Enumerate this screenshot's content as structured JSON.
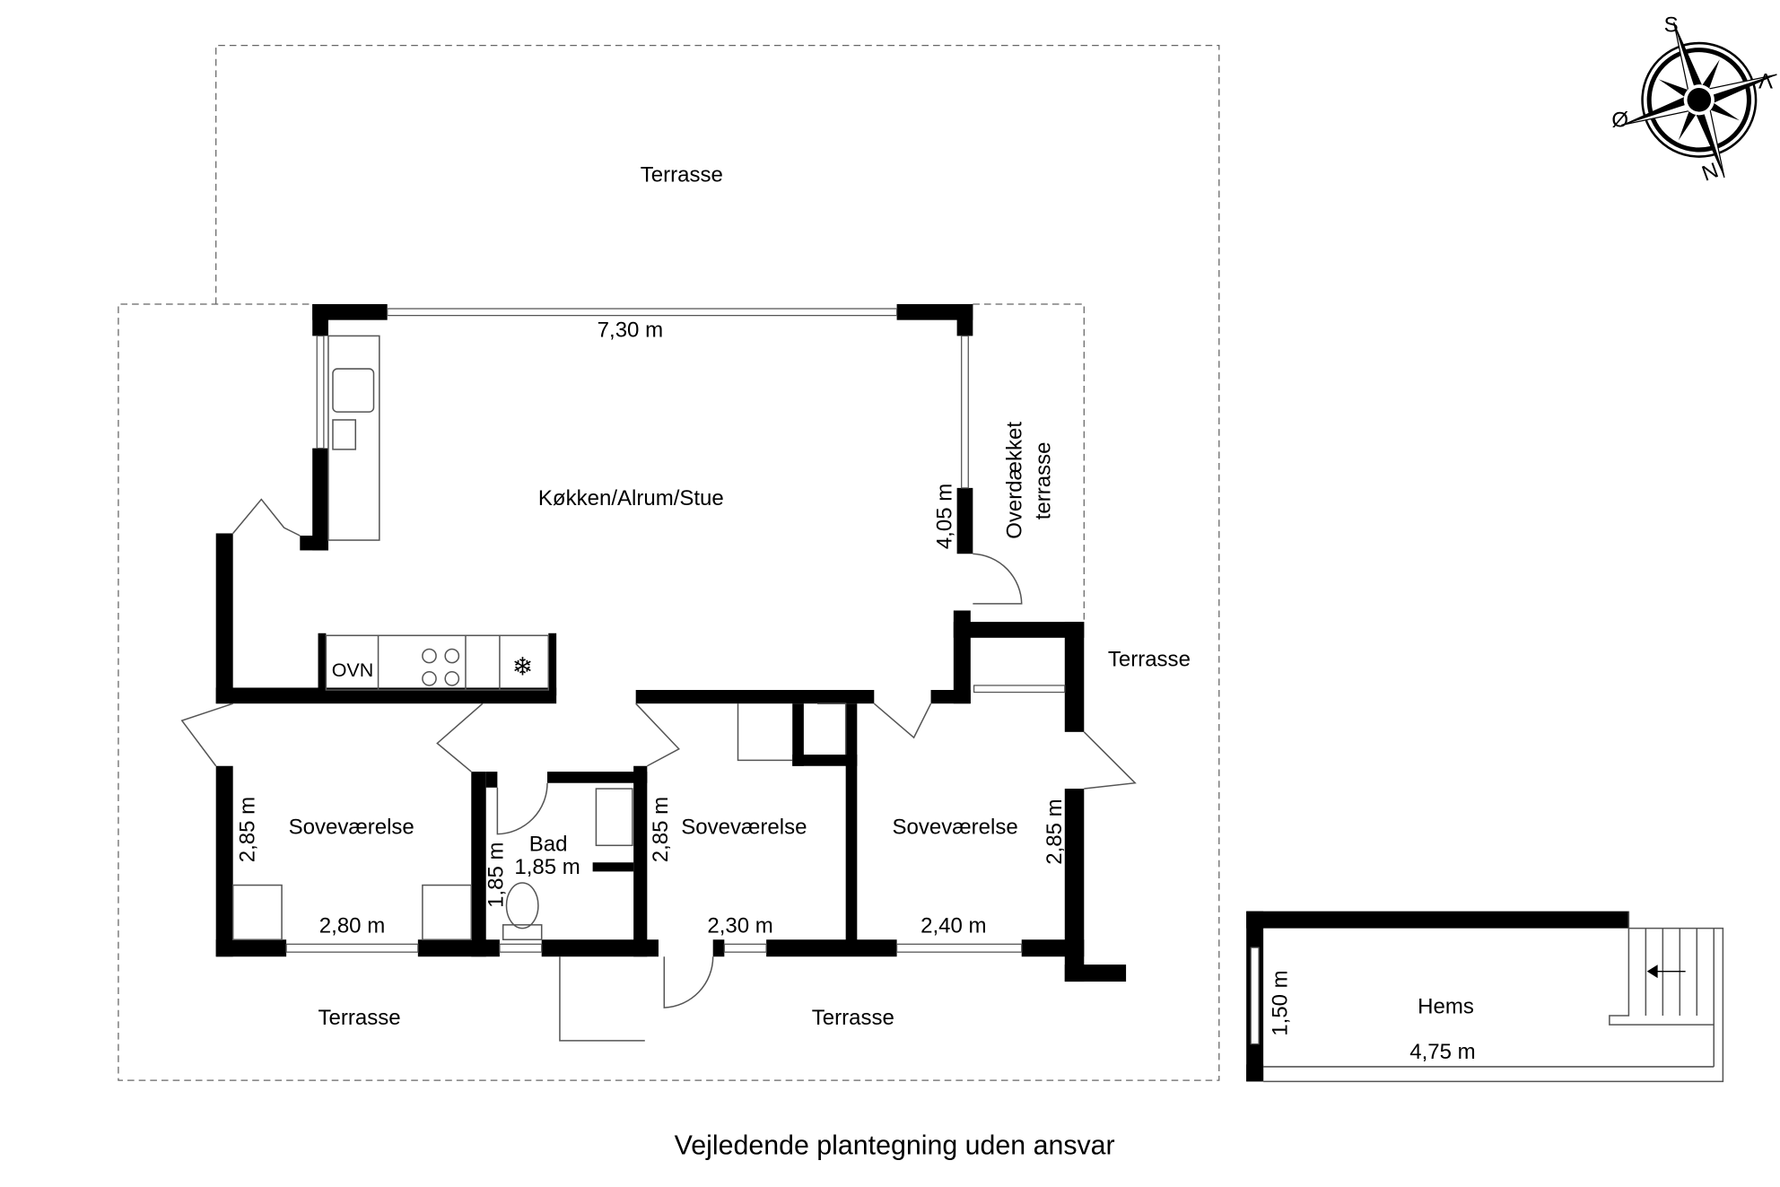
{
  "title": "Vejledende plantegning uden ansvar",
  "rooms": {
    "terrace_top": "Terrasse",
    "living": "Køkken/Alrum/Stue",
    "covered_terrace_1": "Overdækket",
    "covered_terrace_2": "terrasse",
    "terrace_right": "Terrasse",
    "terrace_bottom_left": "Terrasse",
    "terrace_bottom_right": "Terrasse",
    "bedroom_1": "Soveværelse",
    "bedroom_2": "Soveværelse",
    "bedroom_3": "Soveværelse",
    "bath": "Bad",
    "loft": "Hems",
    "oven": "OVN"
  },
  "dimensions": {
    "living_width": "7,30 m",
    "living_depth": "4,05 m",
    "bed1_depth": "2,85 m",
    "bed1_width": "2,80 m",
    "bath_depth": "1,85 m",
    "bath_width": "1,85 m",
    "bed2_depth": "2,85 m",
    "bed2_width": "2,30 m",
    "bed3_width": "2,40 m",
    "bed3_depth": "2,85 m",
    "loft_depth": "1,50 m",
    "loft_width": "4,75 m"
  },
  "compass": {
    "s": "S",
    "v": "V",
    "o": "Ø",
    "n": "N"
  }
}
